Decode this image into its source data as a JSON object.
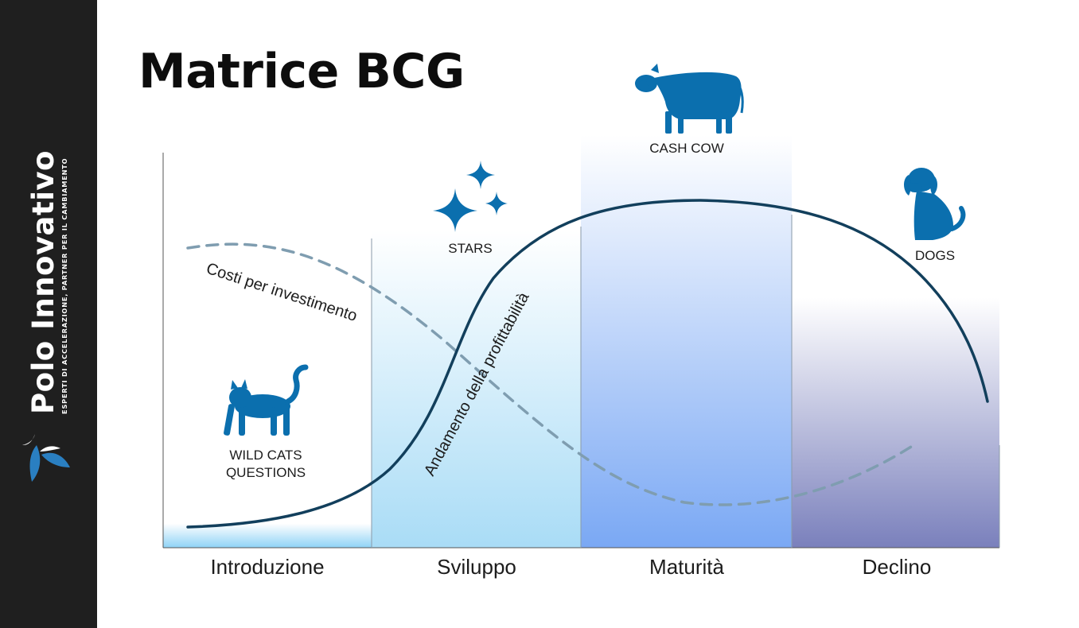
{
  "title": "Matrice BCG",
  "brand": {
    "name": "Polo Innovativo",
    "tagline": "ESPERTI DI ACCELERAZIONE, PARTNER PER IL CAMBIAMENTO"
  },
  "phases": [
    {
      "label": "Introduzione",
      "quadrant": "WILD CATS",
      "quadrant_sub": "QUESTIONS",
      "icon": "cat-icon"
    },
    {
      "label": "Sviluppo",
      "quadrant": "STARS",
      "icon": "stars-icon"
    },
    {
      "label": "Maturità",
      "quadrant": "CASH COW",
      "icon": "cow-icon"
    },
    {
      "label": "Declino",
      "quadrant": "DOGS",
      "icon": "dog-icon"
    }
  ],
  "curves": {
    "profitability_label": "Andamento della profittabilità",
    "costs_label": "Costi per investimento"
  },
  "colors": {
    "sidebar": "#1f1f1f",
    "icon_blue": "#0b6fae",
    "profit_curve": "#123f5c",
    "cost_curve": "#7f9db0"
  }
}
